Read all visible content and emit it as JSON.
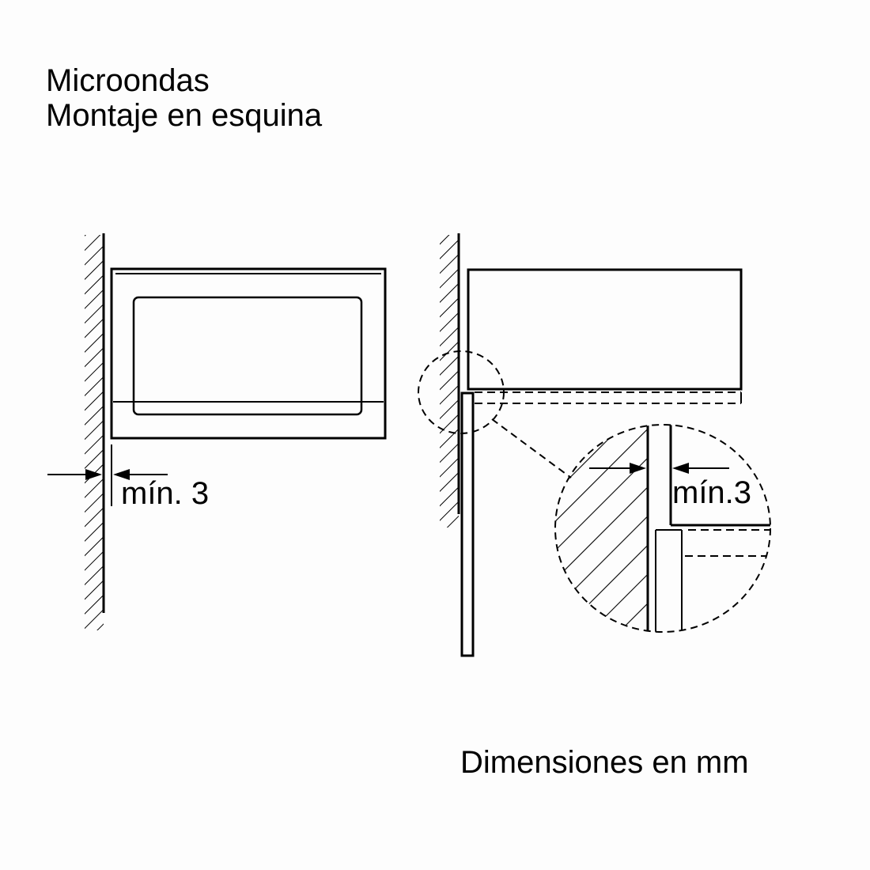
{
  "title": {
    "line1": "Microondas",
    "line2": "Montaje en esquina"
  },
  "front_view": {
    "gap_label": "mín. 3"
  },
  "side_view": {
    "detail_gap_label": "mín.3"
  },
  "footer": {
    "units_note": "Dimensiones en mm"
  },
  "colors": {
    "line": "#000000",
    "background": "#fdfdfd"
  }
}
